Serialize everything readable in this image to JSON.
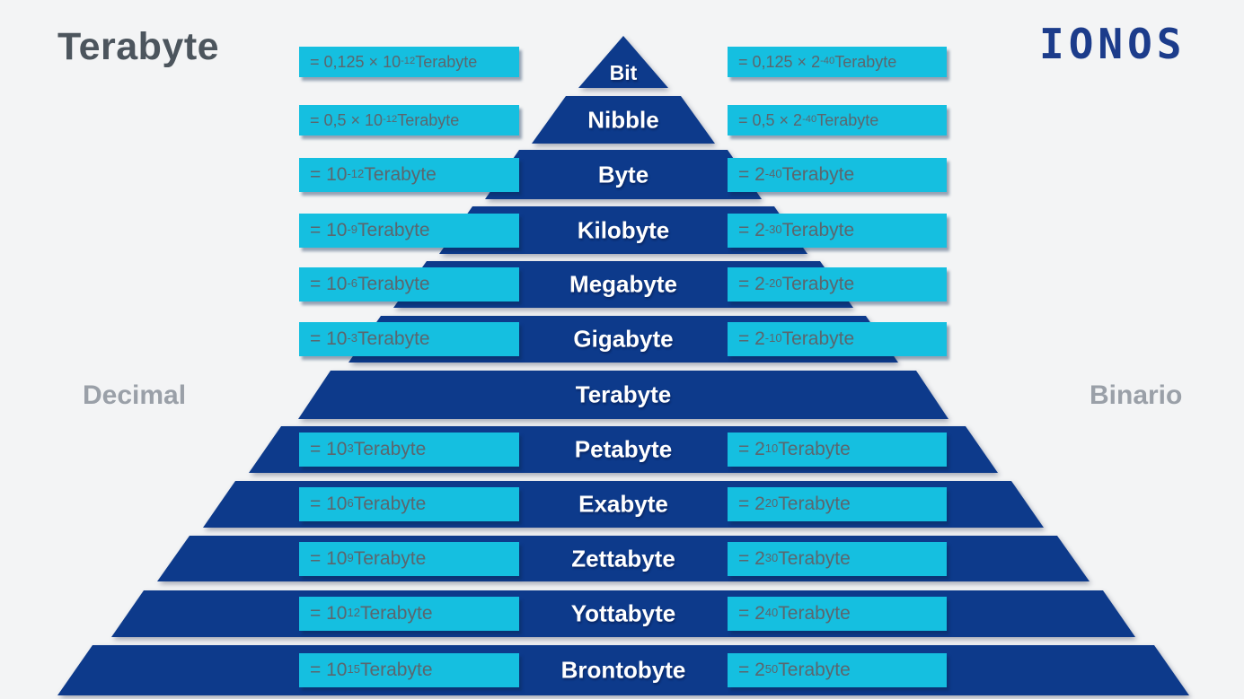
{
  "header": {
    "title": "Terabyte",
    "logo": "IONOS"
  },
  "side_labels": {
    "left": "Decimal",
    "right": "Binario"
  },
  "colors": {
    "background": "#f3f4f5",
    "band_blue": "#0d3a8b",
    "cyan_box": "#15bfe0",
    "box_text_gray": "#5b666e",
    "title_gray": "#4c555d",
    "side_label_gray": "#9aa0a8",
    "logo_blue": "#1c3c8b",
    "band_label_white": "#ffffff"
  },
  "pyramid": {
    "rows": [
      {
        "label": "Bit",
        "decimal": {
          "pre": "= 0,125 × 10",
          "sup": "-12",
          "post": " Terabyte"
        },
        "binary": {
          "pre": "= 0,125 × 2",
          "sup": "-40",
          "post": " Terabyte"
        }
      },
      {
        "label": "Nibble",
        "decimal": {
          "pre": "= 0,5 × 10",
          "sup": "-12",
          "post": " Terabyte"
        },
        "binary": {
          "pre": "= 0,5 × 2",
          "sup": "-40",
          "post": " Terabyte"
        }
      },
      {
        "label": "Byte",
        "decimal": {
          "pre": "= 10",
          "sup": "-12",
          "post": " Terabyte"
        },
        "binary": {
          "pre": "= 2",
          "sup": "-40",
          "post": " Terabyte"
        }
      },
      {
        "label": "Kilobyte",
        "decimal": {
          "pre": "= 10",
          "sup": "-9",
          "post": " Terabyte"
        },
        "binary": {
          "pre": "= 2",
          "sup": "-30",
          "post": " Terabyte"
        }
      },
      {
        "label": "Megabyte",
        "decimal": {
          "pre": "= 10",
          "sup": "-6",
          "post": " Terabyte"
        },
        "binary": {
          "pre": "= 2",
          "sup": "-20",
          "post": " Terabyte"
        }
      },
      {
        "label": "Gigabyte",
        "decimal": {
          "pre": "= 10",
          "sup": "-3",
          "post": " Terabyte"
        },
        "binary": {
          "pre": "= 2",
          "sup": "-10",
          "post": " Terabyte"
        }
      },
      {
        "label": "Terabyte",
        "decimal": null,
        "binary": null
      },
      {
        "label": "Petabyte",
        "decimal": {
          "pre": "= 10",
          "sup": "3",
          "post": " Terabyte"
        },
        "binary": {
          "pre": "= 2",
          "sup": "10",
          "post": " Terabyte"
        }
      },
      {
        "label": "Exabyte",
        "decimal": {
          "pre": "= 10",
          "sup": "6",
          "post": " Terabyte"
        },
        "binary": {
          "pre": "= 2",
          "sup": "20",
          "post": " Terabyte"
        }
      },
      {
        "label": "Zettabyte",
        "decimal": {
          "pre": "= 10",
          "sup": "9",
          "post": " Terabyte"
        },
        "binary": {
          "pre": "= 2",
          "sup": "30",
          "post": " Terabyte"
        }
      },
      {
        "label": "Yottabyte",
        "decimal": {
          "pre": "= 10",
          "sup": "12",
          "post": " Terabyte"
        },
        "binary": {
          "pre": "= 2",
          "sup": "40",
          "post": " Terabyte"
        }
      },
      {
        "label": "Brontobyte",
        "decimal": {
          "pre": "= 10",
          "sup": "15",
          "post": " Terabyte"
        },
        "binary": {
          "pre": "= 2",
          "sup": "50",
          "post": " Terabyte"
        }
      }
    ]
  }
}
